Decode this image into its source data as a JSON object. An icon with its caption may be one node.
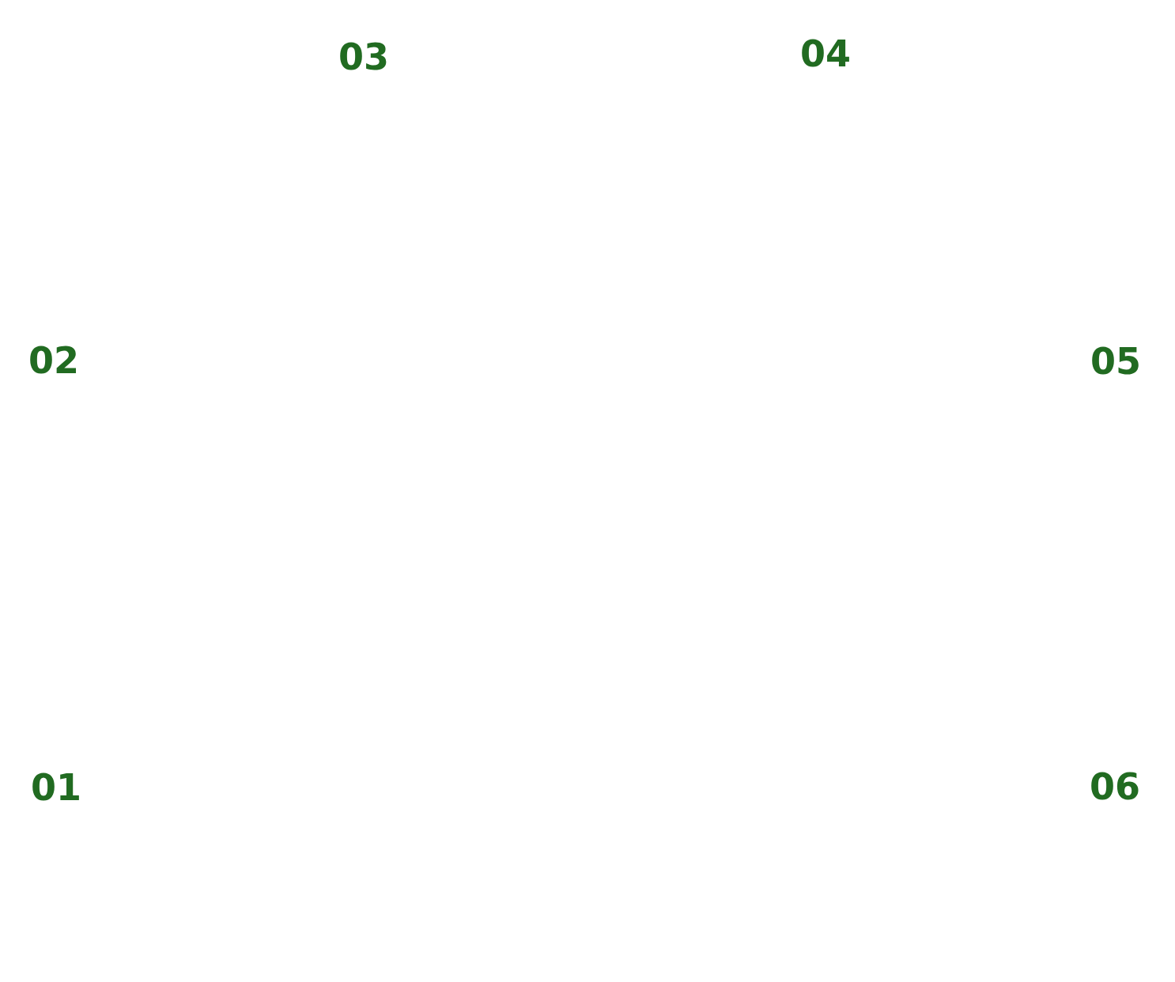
{
  "diagram": {
    "labels": [
      "03",
      "04",
      "02",
      "05",
      "01",
      "06"
    ]
  }
}
